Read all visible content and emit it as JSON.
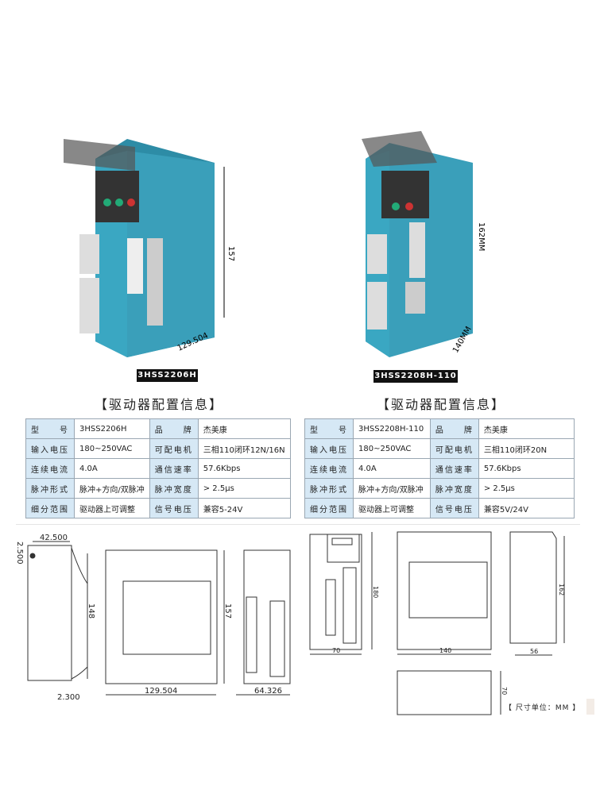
{
  "products": [
    {
      "model_label": "3HSS2206H",
      "dims": {
        "height": "157",
        "depth": "129.504"
      }
    },
    {
      "model_label": "3HSS2208H-110",
      "dims": {
        "height": "162MM",
        "depth": "140MM"
      }
    }
  ],
  "section_title": "【驱动器配置信息】",
  "tables": [
    {
      "rows": [
        [
          "型　　号",
          "3HSS2206H",
          "品　　牌",
          "杰美康"
        ],
        [
          "输入电压",
          "180~250VAC",
          "可配电机",
          "三相110闭环12N/16N"
        ],
        [
          "连续电流",
          "4.0A",
          "通信速率",
          "57.6Kbps"
        ],
        [
          "脉冲形式",
          "脉冲+方向/双脉冲",
          "脉冲宽度",
          "> 2.5μs"
        ],
        [
          "细分范围",
          "驱动器上可调整",
          "信号电压",
          "兼容5-24V"
        ]
      ]
    },
    {
      "rows": [
        [
          "型　　号",
          "3HSS2208H-110",
          "品　　牌",
          "杰美康"
        ],
        [
          "输入电压",
          "180~250VAC",
          "可配电机",
          "三相110闭环20N"
        ],
        [
          "连续电流",
          "4.0A",
          "通信速率",
          "57.6Kbps"
        ],
        [
          "脉冲形式",
          "脉冲+方向/双脉冲",
          "脉冲宽度",
          "> 2.5μs"
        ],
        [
          "细分范围",
          "驱动器上可调整",
          "信号电压",
          "兼容5V/24V"
        ]
      ]
    }
  ],
  "drawing_left": {
    "d1": "42.500",
    "d2": "2.500",
    "d3": "148",
    "d4": "2.300",
    "d5": "129.504",
    "d6": "157",
    "d7": "64.326"
  },
  "drawing_right": {
    "d1": "180",
    "d2": "70",
    "d3": "140",
    "d4": "162",
    "d5": "56",
    "d6": "70"
  },
  "unit_note": "【 尺寸单位：MM 】",
  "colors": {
    "body": "#3a9fba",
    "label_bg": "#d6e8f5"
  }
}
